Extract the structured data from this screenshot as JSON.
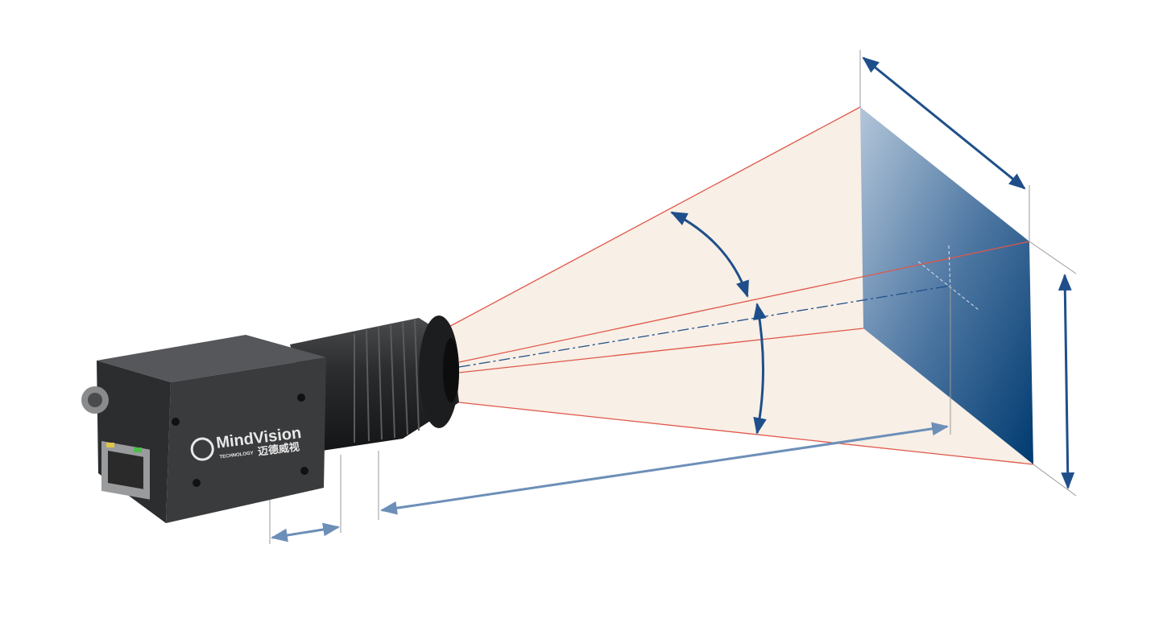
{
  "diagram": {
    "subject": "camera-field-of-view",
    "logo": {
      "brand": "MindVision",
      "tagline": "TECHNOLOGY",
      "chinese": "迈德威视"
    },
    "colors": {
      "fov_fill": "#f8efe6",
      "fov_edge": "#e0574a",
      "target_light": "#a9bfd6",
      "target_dark": "#003a70",
      "arrow_dark": "#1f4f8a",
      "arrow_light": "#6c8fb8",
      "camera_body": "#3a3b3d"
    }
  }
}
